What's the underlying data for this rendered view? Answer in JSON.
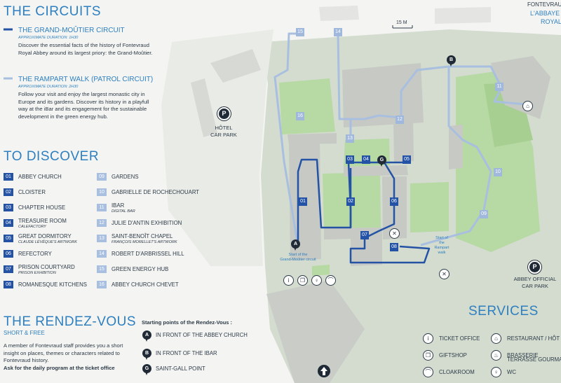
{
  "circuits": {
    "title": "THE CIRCUITS",
    "grand": {
      "name": "THE GRAND-MOÛTIER CIRCUIT",
      "duration": "APPROXIMATE DURATION: 1H30",
      "desc": "Discover the essential facts of the history of Fontevraud Royal Abbey around its largest priory: the Grand-Moûtier.",
      "color": "#2453a6"
    },
    "rampart": {
      "name": "THE RAMPART WALK (PATROL CIRCUIT)",
      "duration": "APPROXIMATE DURATION: 2H30",
      "desc": "Follow your visit and enjoy the largest monastic city in Europe and its gardens. Discover its history in a playfull way at the iBar and its engagement for the sustainable development in the green energy hub.",
      "color": "#a9bfe0"
    }
  },
  "discover": {
    "title": "TO DISCOVER",
    "items": [
      {
        "num": "01",
        "label": "ABBEY CHURCH",
        "sub": ""
      },
      {
        "num": "02",
        "label": "CLOISTER",
        "sub": ""
      },
      {
        "num": "03",
        "label": "CHAPTER HOUSE",
        "sub": ""
      },
      {
        "num": "04",
        "label": "TREASURE ROOM",
        "sub": "CALEFACTORY"
      },
      {
        "num": "05",
        "label": "GREAT DORMITORY",
        "sub": "CLAUDE LÉVÊQUE'S ARTWORK"
      },
      {
        "num": "06",
        "label": "REFECTORY",
        "sub": ""
      },
      {
        "num": "07",
        "label": "PRISON COURTYARD",
        "sub": "PRISON EXHIBITION"
      },
      {
        "num": "08",
        "label": "ROMANESQUE KITCHENS",
        "sub": ""
      },
      {
        "num": "09",
        "label": "GARDENS",
        "sub": ""
      },
      {
        "num": "10",
        "label": "GABRIELLE DE ROCHECHOUART",
        "sub": ""
      },
      {
        "num": "11",
        "label": "IBAR",
        "sub": "DIGITAL BAR"
      },
      {
        "num": "12",
        "label": "JULIE D'ANTIN EXHIBITION",
        "sub": ""
      },
      {
        "num": "13",
        "label": "SAINT-BENOÎT CHAPEL",
        "sub": "FRANÇOIS MORELLET'S ARTWORK"
      },
      {
        "num": "14",
        "label": "ROBERT D'ARBRISSEL HILL",
        "sub": ""
      },
      {
        "num": "15",
        "label": "GREEN ENERGY HUB",
        "sub": ""
      },
      {
        "num": "16",
        "label": "ABBEY CHURCH CHEVET",
        "sub": ""
      }
    ]
  },
  "rendezvous": {
    "title": "THE RENDEZ-VOUS",
    "subtitle": "SHORT & FREE",
    "desc": "A member of Fontevraud staff provides you a short insight on places, themes or characters related to Fontevraud history.",
    "bold": "Ask for the daily program at the ticket office",
    "starting_title": "Starting points of the Rendez-Vous :",
    "points": [
      {
        "letter": "A",
        "label": "IN FRONT OF THE ABBEY CHURCH"
      },
      {
        "letter": "B",
        "label": "IN FRONT OF THE IBAR"
      },
      {
        "letter": "G",
        "label": "SAINT-GALL POINT"
      }
    ]
  },
  "services": {
    "title": "SERVICES",
    "items": [
      {
        "icon": "info-icon",
        "glyph": "i",
        "label": "TICKET OFFICE"
      },
      {
        "icon": "restaurant-icon",
        "glyph": "⌂",
        "label": "RESTAURANT / HÔT"
      },
      {
        "icon": "gift-icon",
        "glyph": "❒",
        "label": "GIFTSHOP"
      },
      {
        "icon": "brasserie-icon",
        "glyph": "♨",
        "label": "BRASSERIE"
      },
      {
        "icon": "cloakroom-icon",
        "glyph": "⌒",
        "label": "CLOAKROOM"
      },
      {
        "icon": "wc-icon",
        "glyph": "♀",
        "label": "WC"
      }
    ],
    "brasserie_line2": "TERRASSE GOURMA"
  },
  "map": {
    "scale": "15 M",
    "header_right": "FONTEVRAUD",
    "brand_line1": "L'ABBAYE",
    "brand_line2": "ROYAL",
    "hotel_park": [
      "HÔTEL",
      "CAR PARK"
    ],
    "abbey_park": [
      "ABBEY OFFICIAL",
      "CAR PARK"
    ],
    "start_grand": [
      "Start of the",
      "Grand-Moûtier circuit"
    ],
    "start_rampart": [
      "Start of",
      "the",
      "Rampart",
      "walk"
    ],
    "park_letter": "P",
    "numbers_dark": [
      "01",
      "02",
      "03",
      "04",
      "05",
      "06",
      "07",
      "08"
    ],
    "numbers_light": [
      "09",
      "10",
      "11",
      "12",
      "13",
      "14",
      "15",
      "16"
    ],
    "pins": [
      "A",
      "B",
      "G"
    ]
  },
  "colors": {
    "accent": "#2e7fc0",
    "dark_route": "#2453a6",
    "light_route": "#a9bfe0",
    "green": "#b7d9a3",
    "site": "#d3dccf",
    "building": "#c6c9c4"
  }
}
